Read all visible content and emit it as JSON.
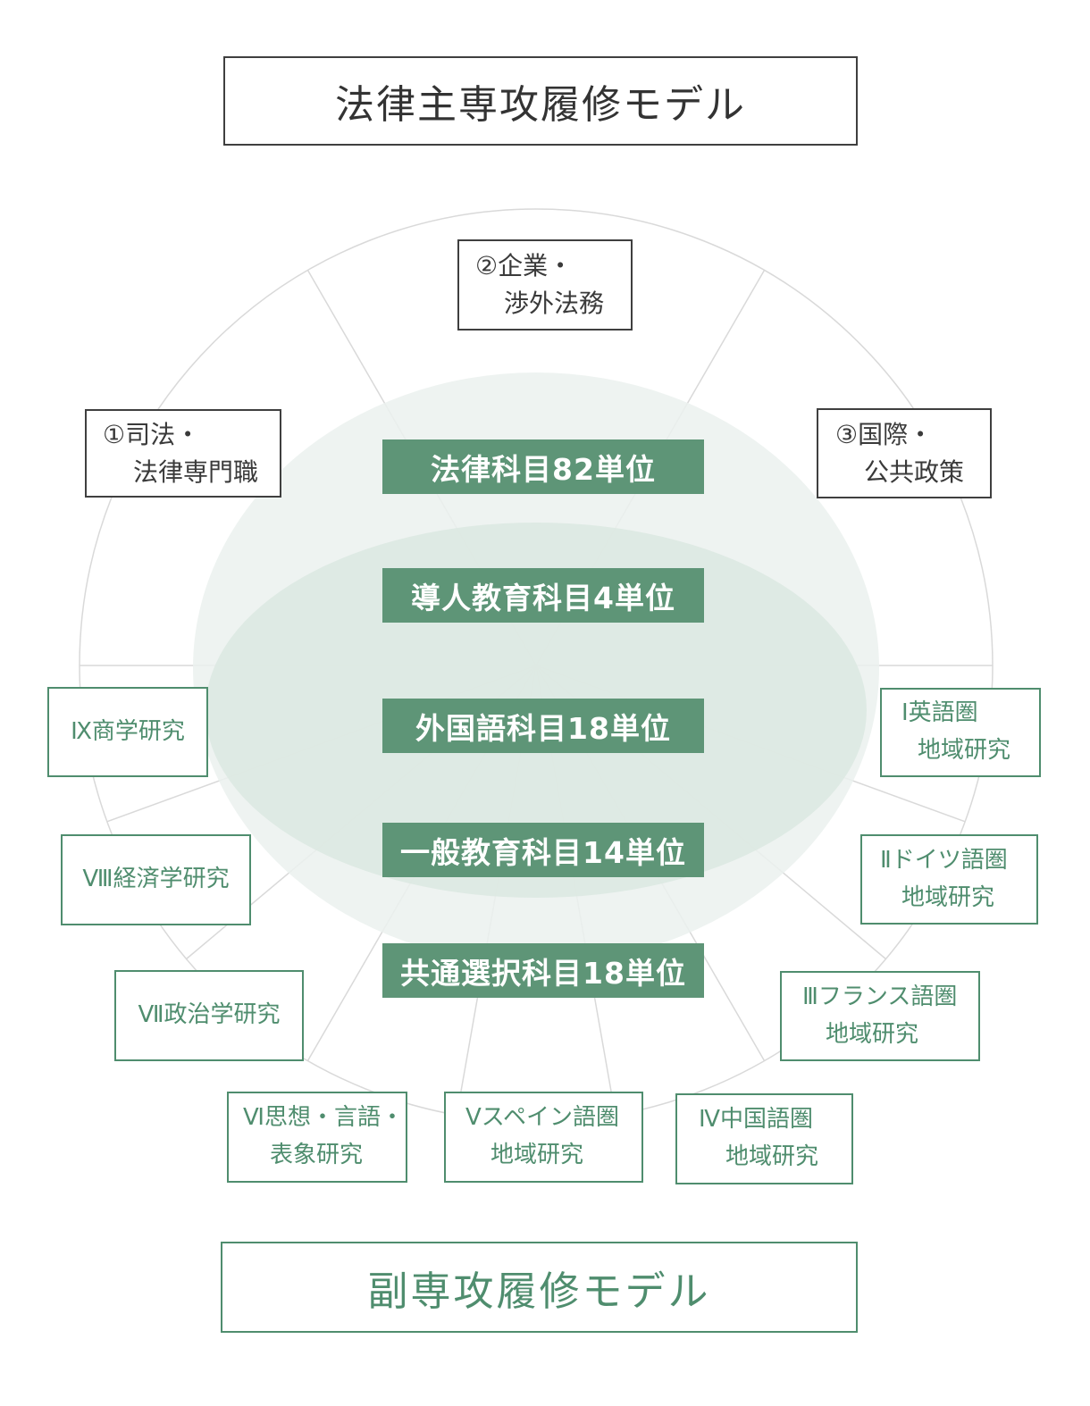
{
  "header": {
    "title": "法律主専攻履修モデル"
  },
  "footer": {
    "title": "副専攻履修モデル"
  },
  "requirement_bars": [
    {
      "label": "法律科目82単位"
    },
    {
      "label": "導人教育科目4単位"
    },
    {
      "label": "外国語科目18単位"
    },
    {
      "label": "一般教育科目14単位"
    },
    {
      "label": "共通選択科目18単位"
    }
  ],
  "wheel": {
    "career_paths": [
      {
        "id": "1",
        "line1": "①司法・",
        "line2": "法律専門職"
      },
      {
        "id": "2",
        "line1": "②企業・",
        "line2": "渉外法務"
      },
      {
        "id": "3",
        "line1": "③国際・",
        "line2": "公共政策"
      }
    ],
    "sub_majors": [
      {
        "id": "I",
        "line1": "Ⅰ英語圏",
        "line2": "地域研究"
      },
      {
        "id": "II",
        "line1": "Ⅱドイツ語圏",
        "line2": "地域研究"
      },
      {
        "id": "III",
        "line1": "Ⅲフランス語圏",
        "line2": "地域研究"
      },
      {
        "id": "IV",
        "line1": "Ⅳ中国語圏",
        "line2": "地域研究"
      },
      {
        "id": "V",
        "line1": "Ⅴスペイン語圏",
        "line2": "地域研究"
      },
      {
        "id": "VI",
        "line1": "Ⅵ思想・言語・",
        "line2": "表象研究"
      },
      {
        "id": "VII",
        "line1": "Ⅶ政治学研究"
      },
      {
        "id": "VIII",
        "line1": "Ⅷ経済学研究"
      },
      {
        "id": "IX",
        "line1": "Ⅸ商学研究"
      }
    ]
  },
  "colors": {
    "bar_green": "#5e9577",
    "accent_green": "#4f8d6e",
    "ellipse_outer": "#ebf1ee",
    "ellipse_inner": "#dce8e1",
    "line_gray": "#d9d9d9",
    "dark_border": "#3f3f3f"
  }
}
